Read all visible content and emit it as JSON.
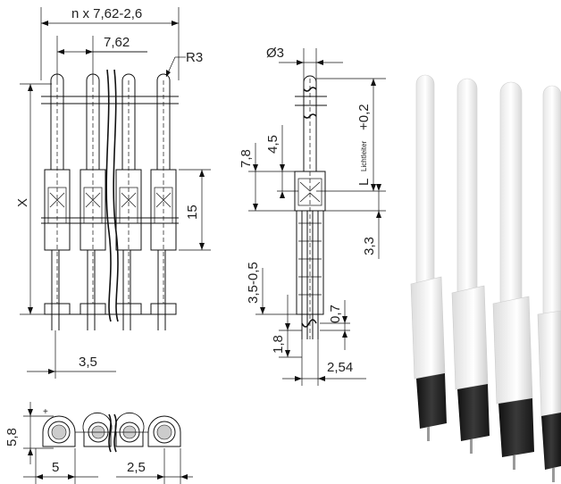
{
  "labels": {
    "overall_width": "n x 7,62-2,6",
    "pitch": "7,62",
    "radius": "R3",
    "height_x": "X",
    "height_15": "15",
    "pin_offset": "3,5",
    "diameter": "Ø3",
    "side_78": "7,8",
    "side_45": "4,5",
    "length_l": "L",
    "length_sub": "Lichtleiter",
    "length_tol": "+0,2",
    "side_33": "3,3",
    "side_35": "3,5-0,5",
    "side_07": "0,7",
    "side_18": "1,8",
    "side_254": "2,54",
    "bottom_58": "5,8",
    "bottom_5": "5",
    "bottom_25": "2,5",
    "polarity": "+"
  }
}
